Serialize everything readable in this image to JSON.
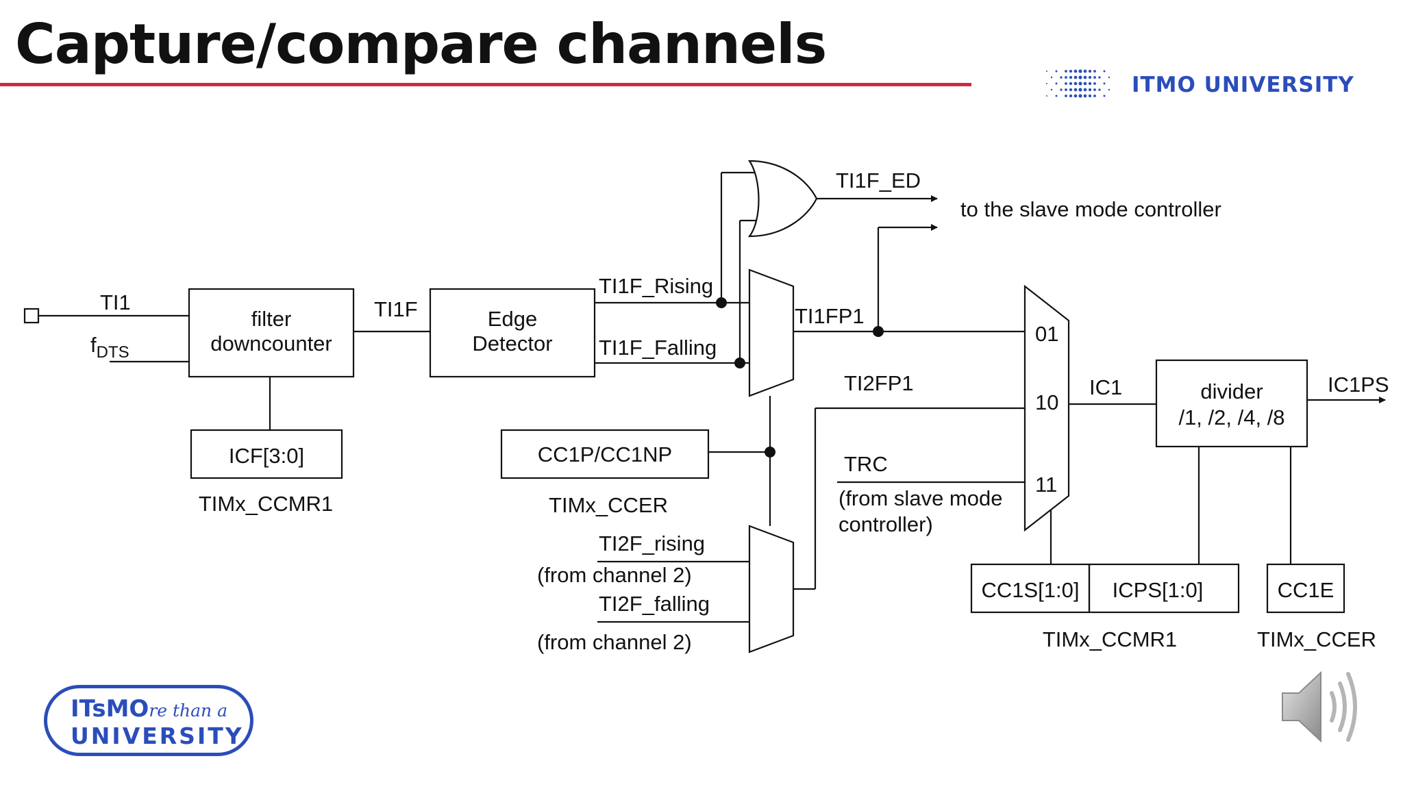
{
  "slide": {
    "title": "Capture/compare channels",
    "header_logo_text": "ITMO UNIVERSITY",
    "badge_line1": "ITsMO",
    "badge_tagline": "re than a",
    "badge_line2": "UNIVERSITY"
  },
  "diagram": {
    "signals": {
      "ti1": "TI1",
      "fdts_main": "f",
      "fdts_sub": "DTS",
      "ti1f": "TI1F",
      "ti1f_rising": "TI1F_Rising",
      "ti1f_falling": "TI1F_Falling",
      "ti1f_ed": "TI1F_ED",
      "to_slave": "to the slave mode controller",
      "ti1fp1": "TI1FP1",
      "ti2fp1": "TI2FP1",
      "trc": "TRC",
      "trc_note1": "(from slave mode",
      "trc_note2": "controller)",
      "ic1": "IC1",
      "ic1ps": "IC1PS",
      "ti2f_rising": "TI2F_rising",
      "ti2f_falling": "TI2F_falling",
      "from_ch2_a": "(from channel 2)",
      "from_ch2_b": "(from channel 2)"
    },
    "blocks": {
      "filter_line1": "filter",
      "filter_line2": "downcounter",
      "edge_line1": "Edge",
      "edge_line2": "Detector",
      "divider_line1": "divider",
      "divider_line2": "/1, /2, /4, /8",
      "icf": "ICF[3:0]",
      "cc1p": "CC1P/CC1NP",
      "cc1s": "CC1S[1:0]",
      "icps": "ICPS[1:0]",
      "cc1e": "CC1E"
    },
    "mux_inputs": [
      "01",
      "10",
      "11"
    ],
    "registers": {
      "icf_reg": "TIMx_CCMR1",
      "cc1p_reg": "TIMx_CCER",
      "ccmr1_reg": "TIMx_CCMR1",
      "ccer_reg": "TIMx_CCER"
    }
  },
  "colors": {
    "accent_red": "#d1263f",
    "brand_blue": "#2b4dbb",
    "ink": "#111111"
  },
  "icons": [
    "itmo-dots-logo",
    "speaker-icon"
  ]
}
